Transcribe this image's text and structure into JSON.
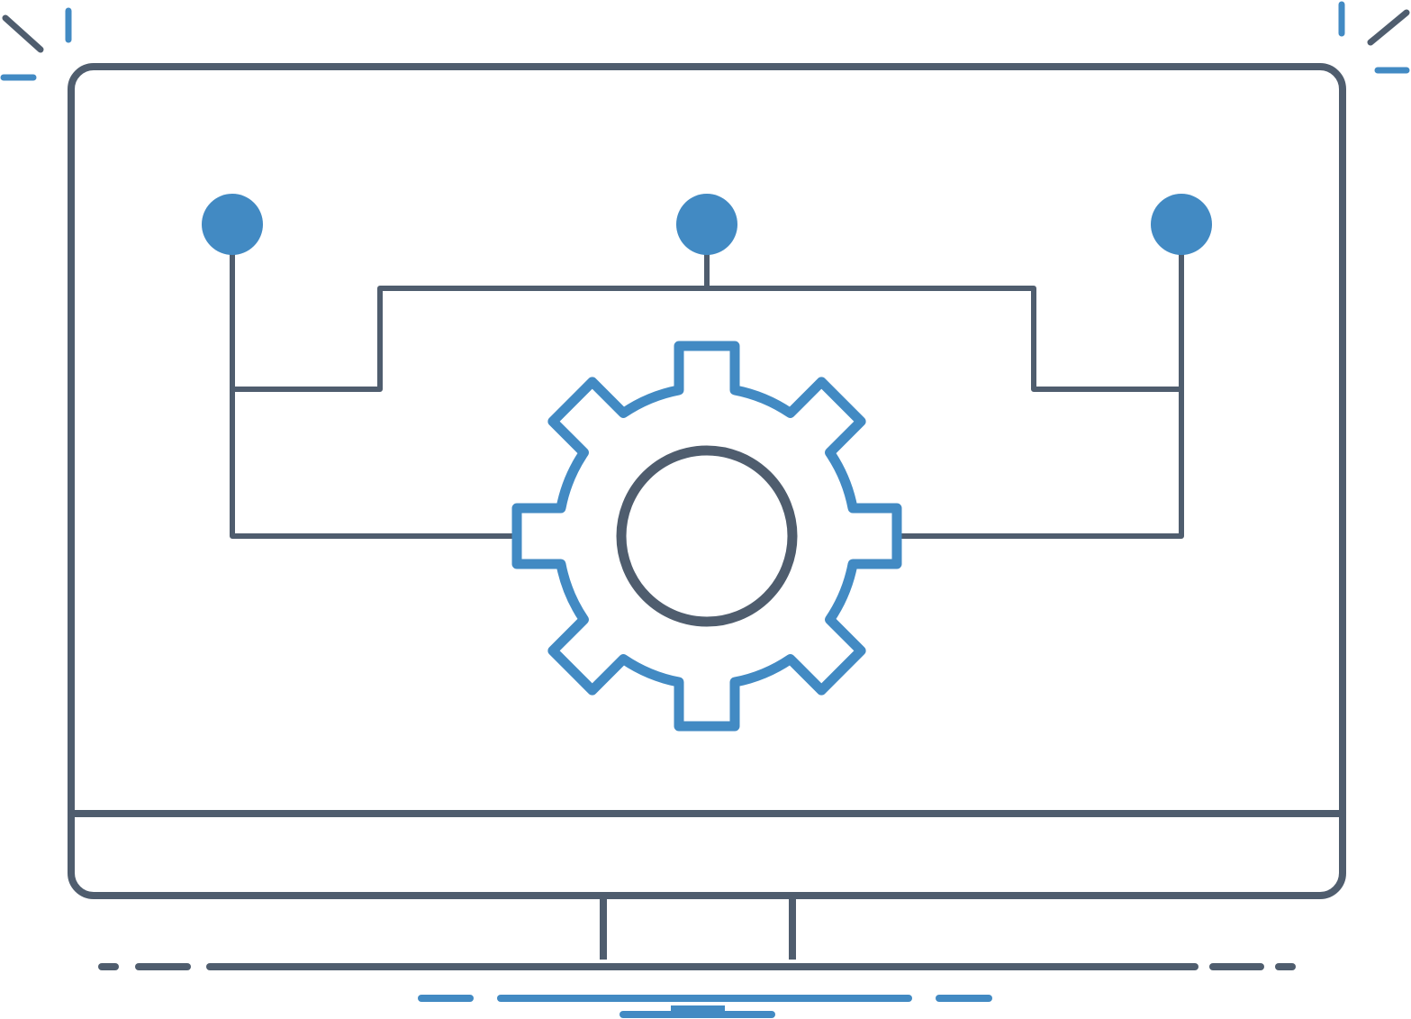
{
  "illustration": {
    "subject": "monitor-with-gear-circuit",
    "colors": {
      "outline": "#4f5d6e",
      "accent": "#428ac3",
      "background": "#ffffff"
    },
    "gear": {
      "teeth": 8
    },
    "nodes": 3
  }
}
